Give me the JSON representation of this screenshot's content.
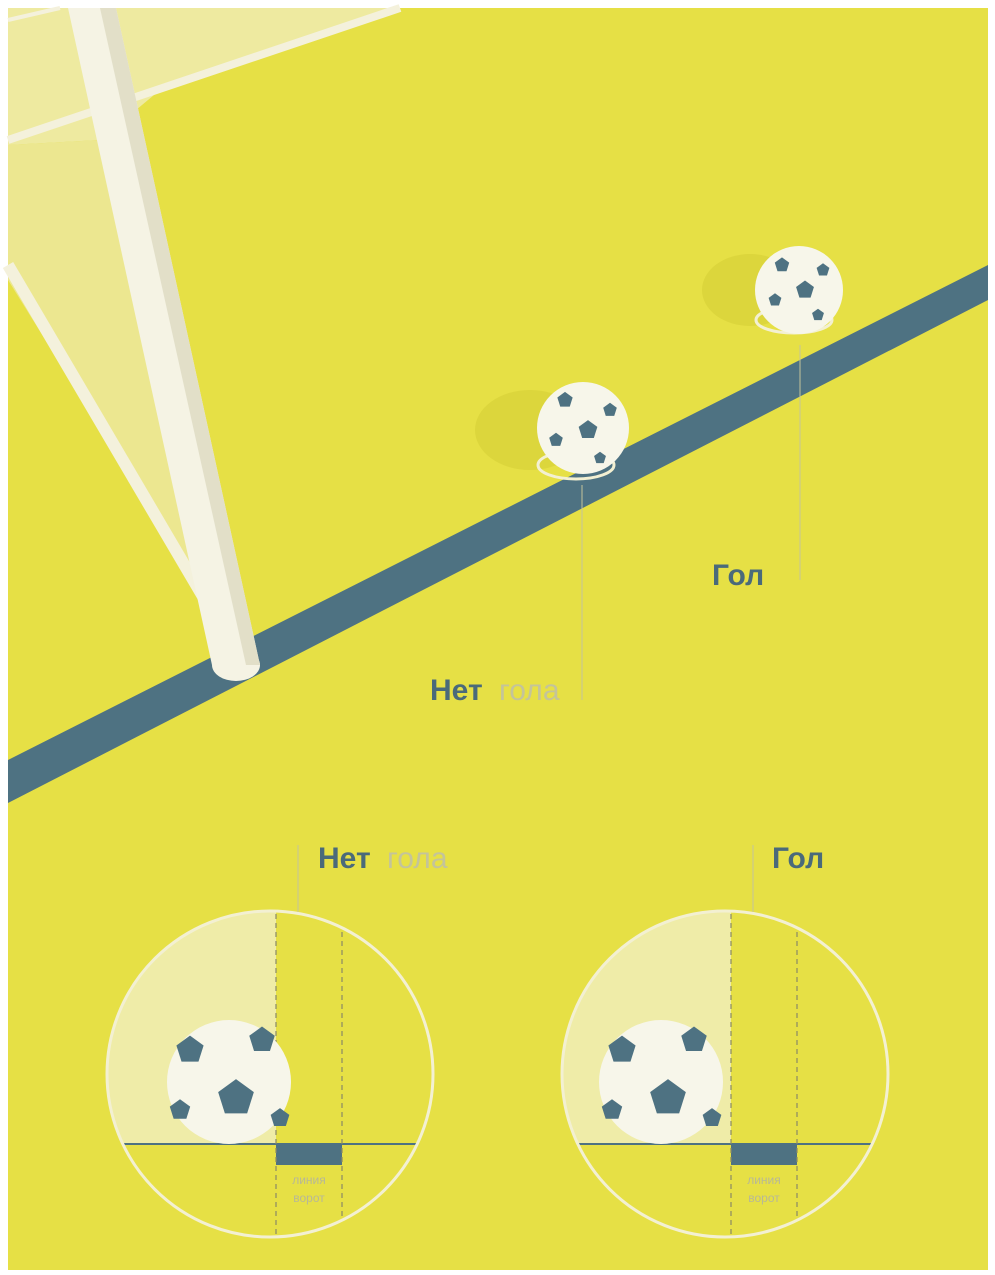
{
  "labels": {
    "top_no_goal_strong": "Нет",
    "top_no_goal_light": "гола",
    "top_goal": "Гол",
    "left_no_goal_strong": "Нет",
    "left_no_goal_light": "гола",
    "right_goal": "Гол",
    "goal_line_word1": "линия",
    "goal_line_word2": "ворот"
  },
  "colors": {
    "field": "#e6e045",
    "goal_line": "#4e7282",
    "post": "#f5f3e4",
    "ball_white": "#f7f6ea",
    "ball_patch": "#4e7282",
    "net_shade": "#eeeaa0",
    "circle_stroke": "#f3f0d2"
  },
  "balls": {
    "top_count": 2,
    "zoom_count": 2
  }
}
